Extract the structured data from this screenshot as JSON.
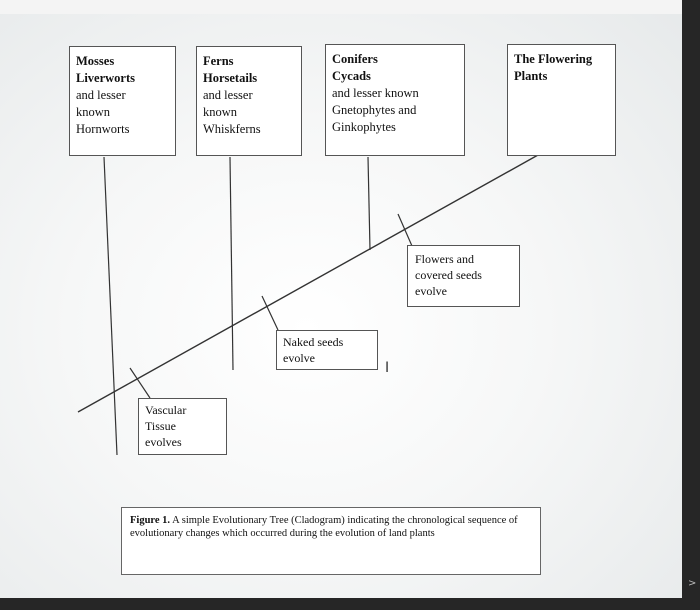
{
  "boxes": {
    "mosses": {
      "lines": [
        "Mosses",
        "Liverworts",
        "and lesser",
        "known",
        "Hornworts"
      ]
    },
    "ferns": {
      "lines": [
        "Ferns",
        "Horsetails",
        "and lesser",
        "known",
        "Whiskferns"
      ]
    },
    "conifers": {
      "lines": [
        "Conifers",
        "Cycads",
        "and lesser known",
        "Gnetophytes and",
        "Ginkophytes"
      ]
    },
    "flowering": {
      "lines": [
        "The Flowering",
        "Plants"
      ]
    }
  },
  "events": {
    "vascular": [
      "Vascular",
      "Tissue",
      "evolves"
    ],
    "naked_seeds": [
      "Naked seeds",
      "evolve"
    ],
    "flowers": [
      "Flowers and",
      "covered seeds",
      "evolve"
    ]
  },
  "caption": {
    "label": "Figure 1.",
    "text": "A simple Evolutionary Tree (Cladogram) indicating the chronological sequence of evolutionary changes which occurred during the evolution of land plants"
  },
  "cursor_glyph": "I",
  "scroll_chevron": ">",
  "colors": {
    "line": "#333333",
    "box_border": "#555555",
    "background": "#ffffff"
  }
}
